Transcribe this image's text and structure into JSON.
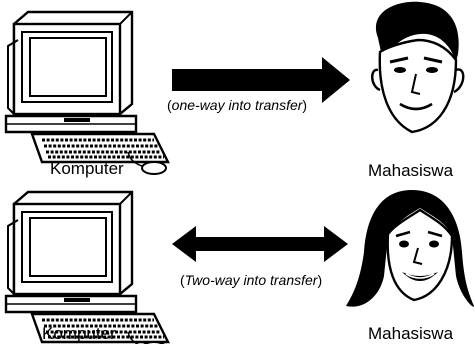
{
  "top_row": {
    "left_label": "Komputer",
    "right_label": "Mahasiswa",
    "caption_open": "(",
    "caption_text": "one-way into transfer",
    "caption_close": ")",
    "arrow_type": "one-way"
  },
  "bottom_row": {
    "left_label": "Komputer",
    "right_label": "Mahasiswa",
    "caption_open": "(",
    "caption_text": "Two-way into transfer",
    "caption_close": ")",
    "arrow_type": "two-way"
  },
  "colors": {
    "ink": "#000000",
    "paper": "#ffffff"
  },
  "icons": [
    "computer-icon",
    "male-face-icon",
    "female-face-icon"
  ]
}
